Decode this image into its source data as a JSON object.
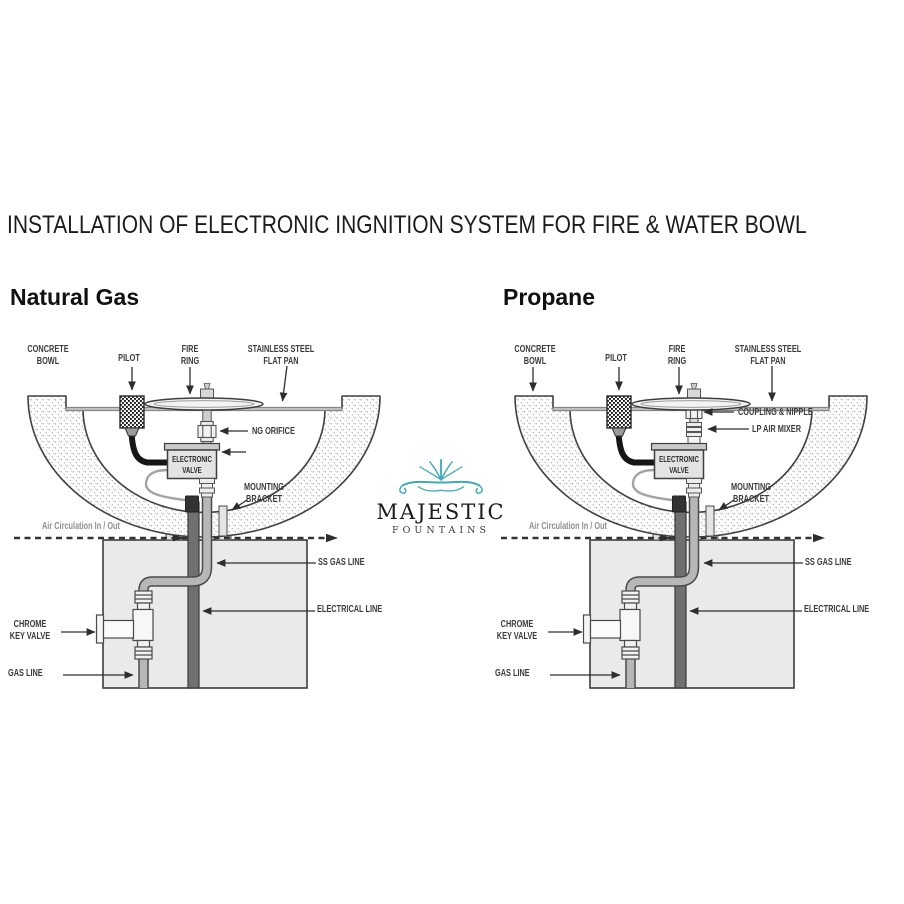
{
  "title": "INSTALLATION OF ELECTRONIC INGNITION SYSTEM FOR FIRE & WATER BOWL",
  "logo": {
    "name": "MAJESTIC",
    "subname": "FOUNTAINS",
    "accent_teal": "#3fa9b8"
  },
  "colors": {
    "label": "#3b3b3b",
    "line": "#2e2e2e",
    "pedestal_fill": "#eaeaea",
    "gas_pipe": "#b7b7b7",
    "electrical_pipe": "#707070"
  },
  "diagrams": {
    "natural_gas": {
      "heading": "Natural Gas",
      "labels": {
        "concrete_bowl": "CONCRETE\nBOWL",
        "pilot": "PILOT",
        "fire_ring": "FIRE\nRING",
        "flat_pan": "STAINLESS STEEL\nFLAT PAN",
        "ng_orifice": "NG ORIFICE",
        "electronic_valve": "ELECTRONIC\nVALVE",
        "mounting_bracket": "MOUNTING\nBRACKET",
        "air_circulation": "Air Circulation In / Out",
        "ss_gas_line": "SS GAS LINE",
        "electrical_line": "ELECTRICAL LINE",
        "chrome_key_valve": "CHROME\nKEY VALVE",
        "gas_line": "GAS LINE"
      }
    },
    "propane": {
      "heading": "Propane",
      "labels": {
        "concrete_bowl": "CONCRETE\nBOWL",
        "pilot": "PILOT",
        "fire_ring": "FIRE\nRING",
        "flat_pan": "STAINLESS STEEL\nFLAT PAN",
        "coupling_nipple": "COUPLING & NIPPLE",
        "lp_air_mixer": "LP AIR MIXER",
        "electronic_valve": "ELECTRONIC\nVALVE",
        "mounting_bracket": "MOUNTING\nBRACKET",
        "air_circulation": "Air Circulation In / Out",
        "ss_gas_line": "SS GAS LINE",
        "electrical_line": "ELECTRICAL LINE",
        "chrome_key_valve": "CHROME\nKEY VALVE",
        "gas_line": "GAS LINE"
      }
    }
  }
}
